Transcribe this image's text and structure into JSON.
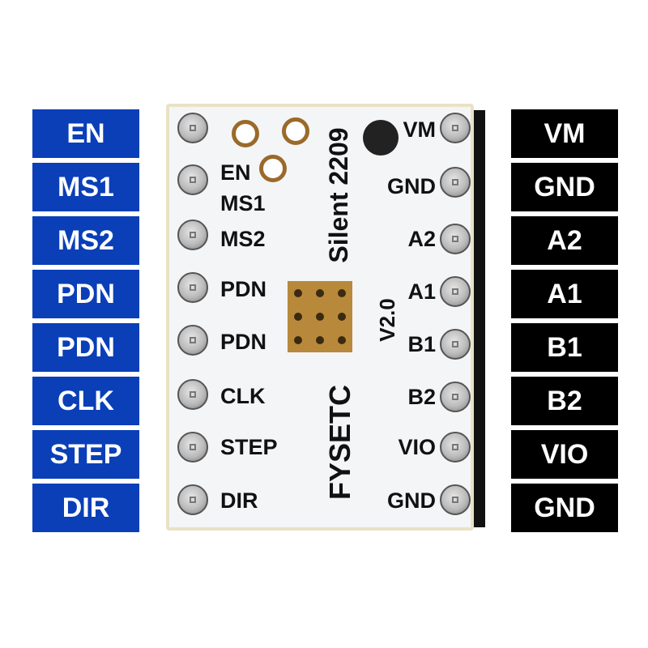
{
  "left_labels": [
    "EN",
    "MS1",
    "MS2",
    "PDN",
    "PDN",
    "CLK",
    "STEP",
    "DIR"
  ],
  "right_labels": [
    "VM",
    "GND",
    "A2",
    "A1",
    "B1",
    "B2",
    "VIO",
    "GND"
  ],
  "board": {
    "left_silk": [
      "EN",
      "MS1",
      "MS2",
      "PDN",
      "PDN",
      "CLK",
      "STEP",
      "DIR"
    ],
    "right_silk": [
      "VM",
      "GND",
      "A2",
      "A1",
      "B1",
      "B2",
      "VIO",
      "GND"
    ],
    "model": "Silent 2209",
    "version": "V2.0",
    "brand": "FYSETC"
  },
  "colors": {
    "left_label_bg": "#0a3fb8",
    "right_label_bg": "#000000",
    "board": "#f4f5f7"
  }
}
